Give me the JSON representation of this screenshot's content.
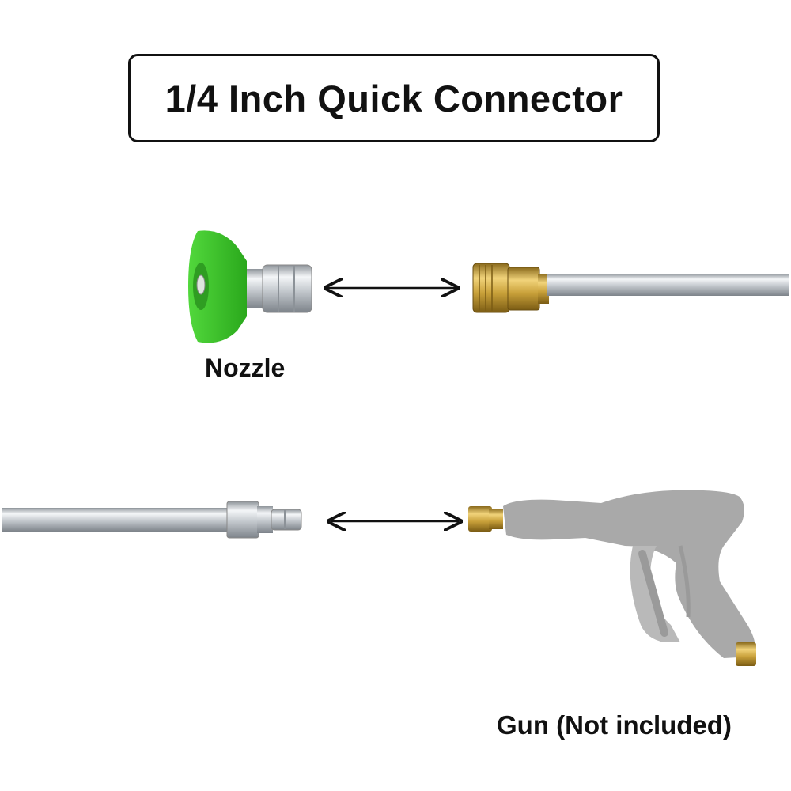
{
  "title": "1/4 Inch Quick Connector",
  "labels": {
    "nozzle": "Nozzle",
    "gun": "Gun (Not included)"
  },
  "colors": {
    "nozzle_green": "#3dc22a",
    "brass": "#c9a13a",
    "steel": "#c8ccd0",
    "gun_gray": "#a9a9a9",
    "ink": "#111111"
  },
  "icons": [
    "nozzle-icon",
    "brass-coupler-icon",
    "wand-tube-icon",
    "male-plug-icon",
    "spray-gun-icon",
    "double-arrow-icon"
  ]
}
